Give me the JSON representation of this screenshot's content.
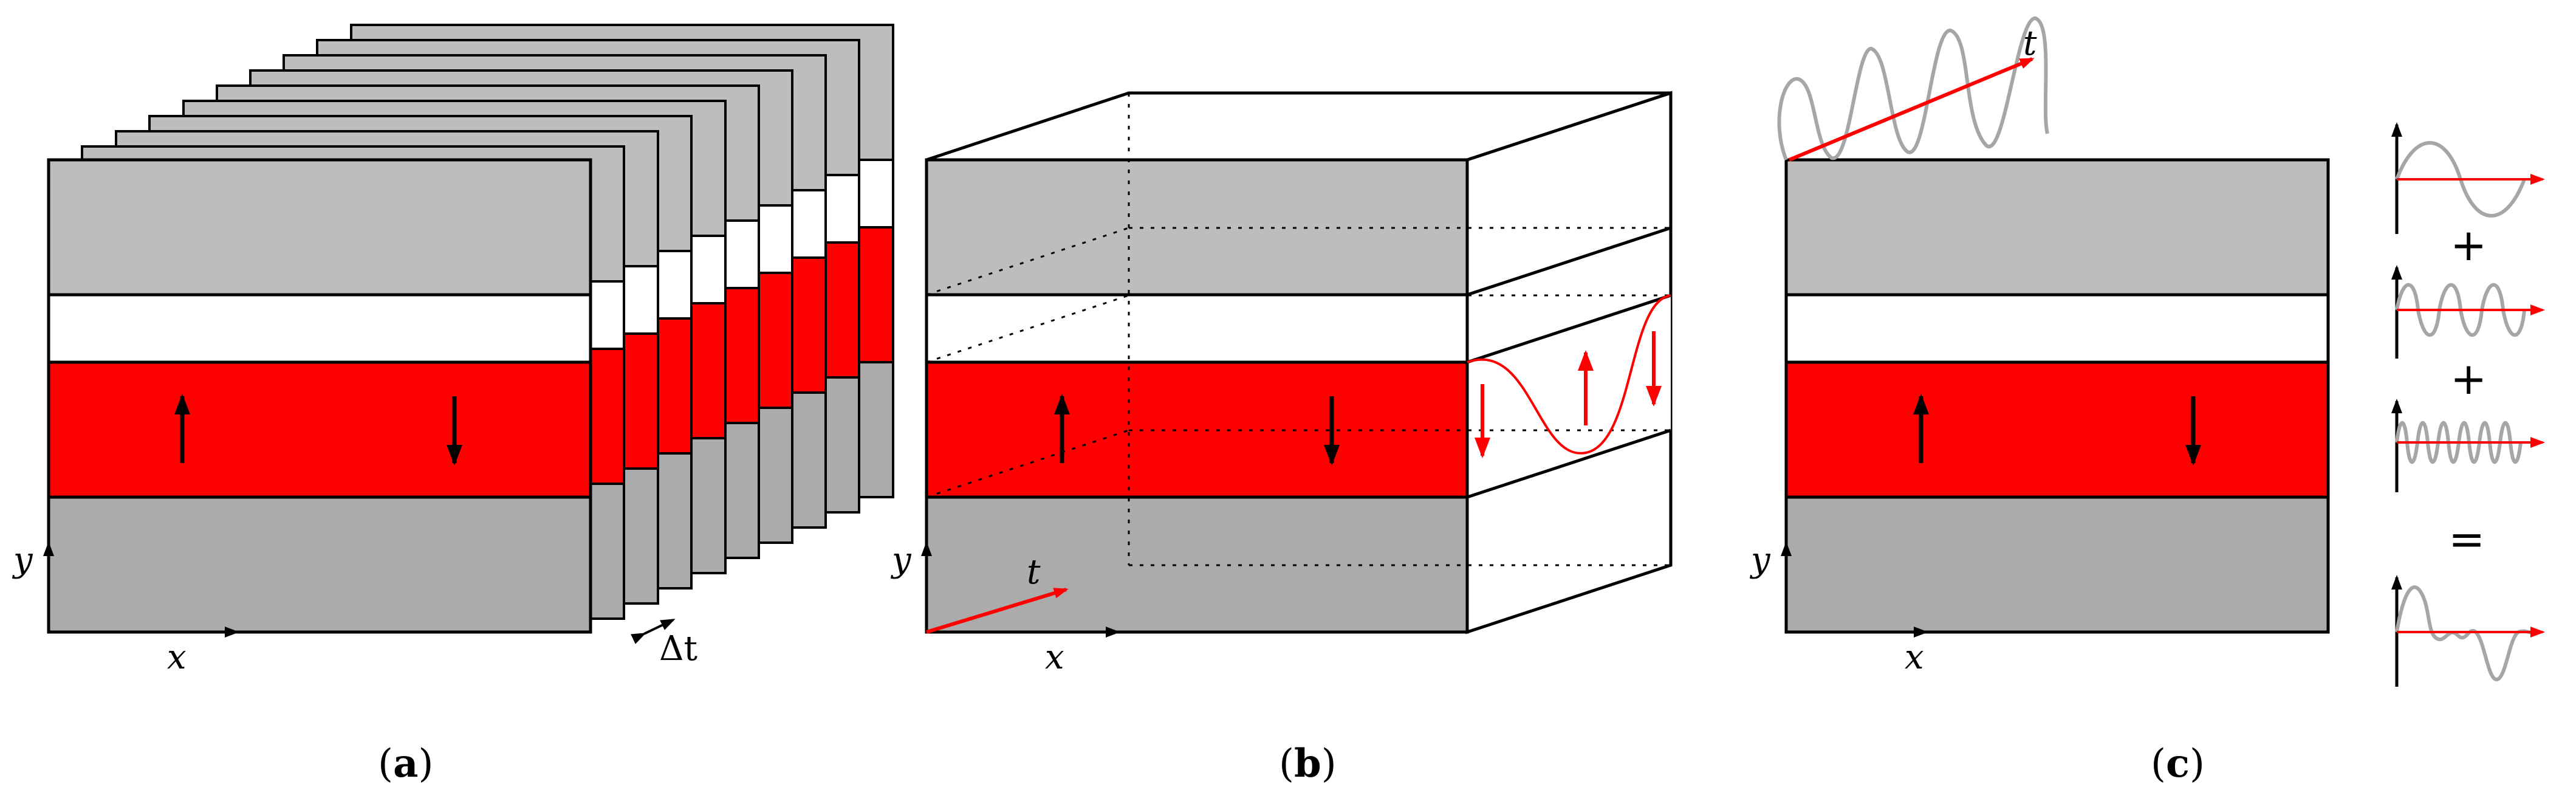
{
  "colors": {
    "gray_top": "#bdbdbd",
    "gray_bottom": "#ababab",
    "red": "#ff0000",
    "white": "#ffffff",
    "black": "#000000",
    "wave_gray": "#a6a6a6"
  },
  "panels": {
    "a": {
      "label_open": "(",
      "label_letter": "a",
      "label_close": ")",
      "x_axis": "x",
      "y_axis": "y",
      "dt": "Δt"
    },
    "b": {
      "label_open": "(",
      "label_letter": "b",
      "label_close": ")",
      "x_axis": "x",
      "y_axis": "y",
      "t_axis": "t"
    },
    "c": {
      "label_open": "(",
      "label_letter": "c",
      "label_close": ")",
      "x_axis": "x",
      "y_axis": "y",
      "t_axis": "t"
    }
  },
  "fourier": {
    "plus1": "+",
    "plus2": "+",
    "equals": "="
  },
  "icons": [
    "arrow-up-icon",
    "arrow-down-icon",
    "sine-wave-icon"
  ]
}
